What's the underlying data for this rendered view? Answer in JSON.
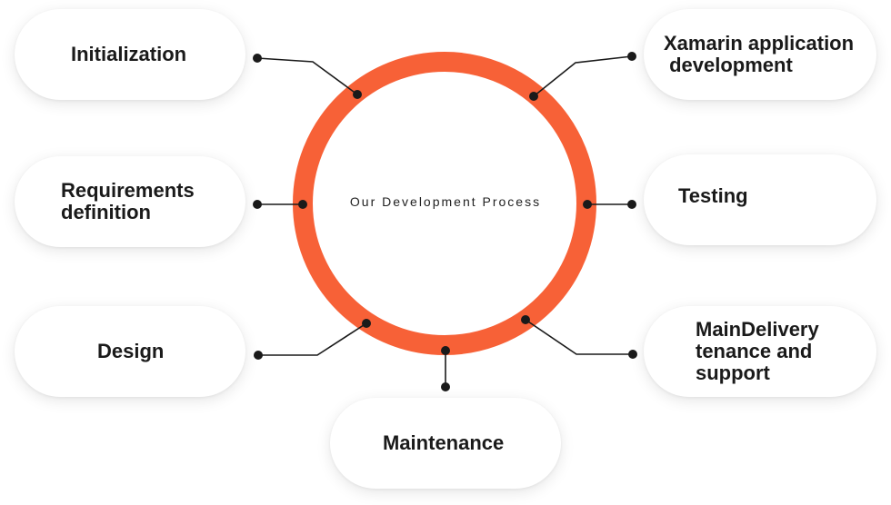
{
  "diagram": {
    "center_title": "Our Development Process",
    "accent_color": "#f76137",
    "line_color": "#1a1a1a",
    "stages": [
      {
        "id": "initialization",
        "lines": [
          "Initialization"
        ]
      },
      {
        "id": "requirements",
        "lines": [
          "Requirements",
          "definition"
        ]
      },
      {
        "id": "design",
        "lines": [
          "Design"
        ]
      },
      {
        "id": "maintenance",
        "lines": [
          "Maintenance"
        ]
      },
      {
        "id": "xamarin",
        "lines": [
          "Xamarin application",
          " development"
        ]
      },
      {
        "id": "testing",
        "lines": [
          "Testing"
        ]
      },
      {
        "id": "delivery",
        "lines": [
          "MainDelivery",
          "tenance and",
          "support"
        ]
      }
    ]
  }
}
